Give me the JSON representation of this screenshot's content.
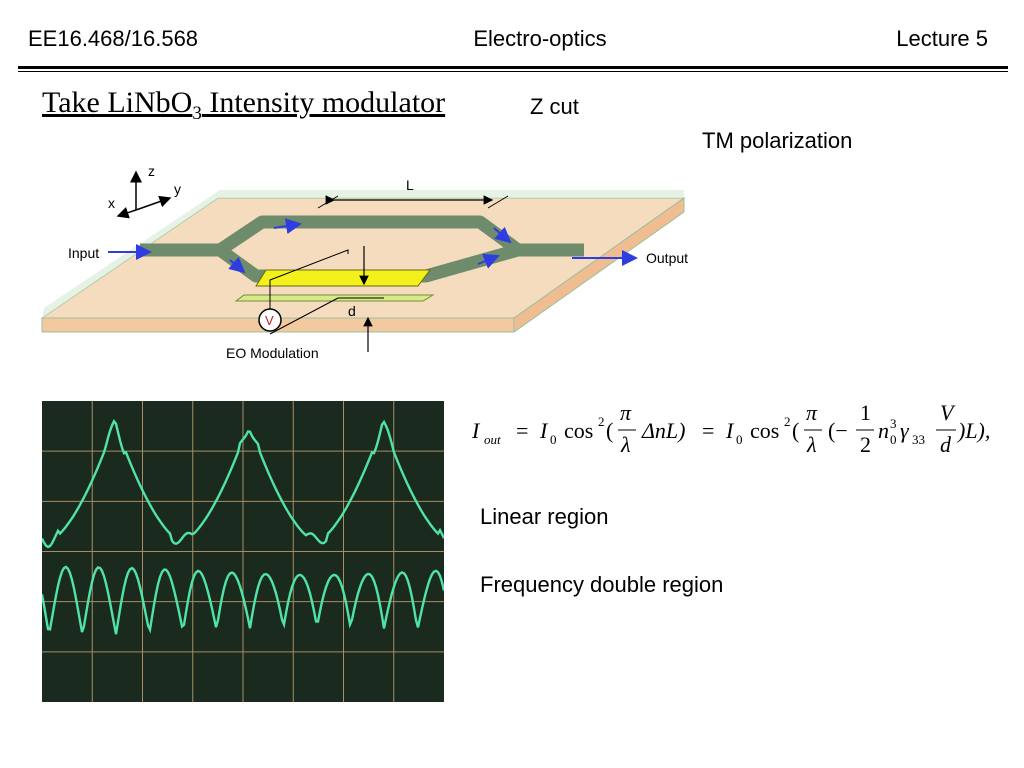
{
  "header": {
    "course": "EE16.468/16.568",
    "topic": "Electro-optics",
    "lecture": "Lecture 5"
  },
  "title": {
    "before": "Take LiNbO",
    "subscript": "3",
    "after": " Intensity modulator"
  },
  "notes": {
    "cut": "Z cut",
    "polarization": "TM polarization"
  },
  "diagram": {
    "axes": {
      "z": "z",
      "y": "y",
      "x": "x"
    },
    "length_label": "L",
    "input_label": "Input",
    "output_label": "Output",
    "gap_label": "d",
    "modulation_label": "EO Modulation",
    "source_symbol": "V"
  },
  "equation": {
    "text": "I_out = I_0 cos^2(π/λ ΔnL) = I_0 cos^2(π/λ (−1/2 n_0^3 γ_33 V/d) L),",
    "lhs": "I",
    "lhs_sub": "out",
    "eq1": "=",
    "amp": "I",
    "amp_sub": "0",
    "cos": "cos",
    "cos_sup": "2",
    "paren_open": "(",
    "pi": "π",
    "lambda": "λ",
    "delta_nL": "ΔnL)",
    "eq2": "=",
    "amp2": "I",
    "amp2_sub": "0",
    "cos2": "cos",
    "cos2_sup": "2",
    "paren_open2": "(",
    "pi2": "π",
    "lambda2": "λ",
    "paren_open3": "(−",
    "one": "1",
    "two": "2",
    "n": "n",
    "n_sub": "0",
    "n_sup": "3",
    "gamma": "γ",
    "gamma_sub": "33",
    "V": "V",
    "d": "d",
    "tail": ")L),"
  },
  "labels": {
    "linear": "Linear region",
    "double": "Frequency double region"
  },
  "colors": {
    "substrate_top": "#f6dcbf",
    "substrate_side": "#f3c9a0",
    "waveguide": "#6e8c6b",
    "electrode": "#f4f01c",
    "arrow": "#2f3de0",
    "scope_bg": "#1b2a1e",
    "scope_trace": "#4fe3a6"
  }
}
